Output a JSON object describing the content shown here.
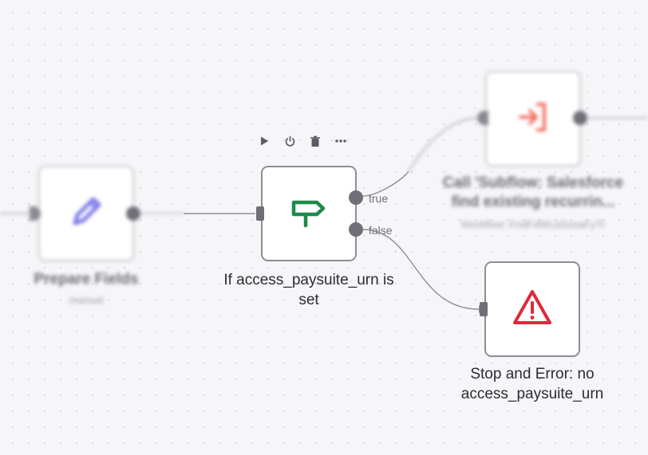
{
  "colors": {
    "canvas_bg": "#f6f6f8",
    "edge": "#8d8d96",
    "pencil_icon": "#7b7be8",
    "signpost_icon": "#1e8a4a",
    "warning_icon": "#e0283b",
    "subflow_icon": "#f26c5c"
  },
  "toolbar": {
    "icons": [
      "play-icon",
      "power-icon",
      "trash-icon",
      "more-icon"
    ]
  },
  "nodes": {
    "prepare_fields": {
      "title": "Prepare Fields",
      "subtitle": "manual",
      "icon": "pencil-icon"
    },
    "if_node": {
      "title_line1": "If access_paysuite_urn is",
      "title_line2": "set",
      "icon": "signpost-icon",
      "branch_true": "true",
      "branch_false": "false"
    },
    "call_subflow": {
      "title_line1": "Call 'Subflow: Salesforce",
      "title_line2": "find existing recurrin...",
      "subtitle": "Workflow: FndFdWLbSzeaFyTr",
      "icon": "subflow-enter-icon"
    },
    "stop_error": {
      "title_line1": "Stop and Error: no",
      "title_line2": "access_paysuite_urn",
      "icon": "warning-triangle-icon"
    }
  }
}
